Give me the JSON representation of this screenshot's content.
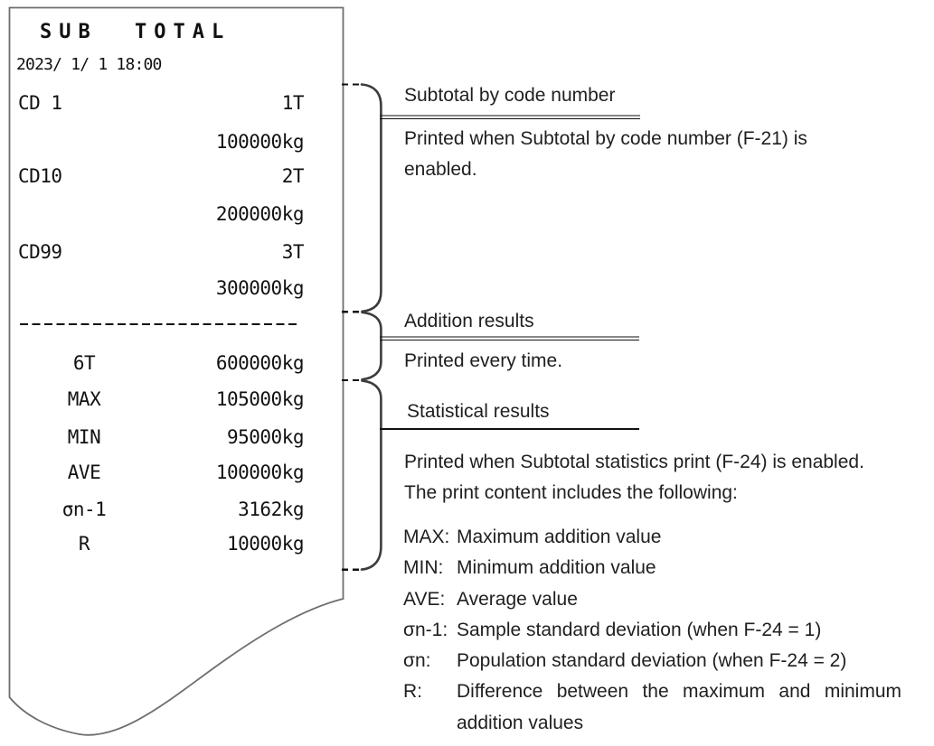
{
  "figure": {
    "type": "printer-output-example",
    "name": "SUB TOTAL print example with explanatory annotations"
  },
  "receipt": {
    "title": "SUB TOTAL",
    "datetime": "2023/ 1/ 1 18:00",
    "code_rows": [
      {
        "code": "CD 1",
        "count": "1T",
        "weight": "100000kg"
      },
      {
        "code": "CD10",
        "count": "2T",
        "weight": "200000kg"
      },
      {
        "code": "CD99",
        "count": "3T",
        "weight": "300000kg"
      }
    ],
    "separator": "dashed-line",
    "total_row": {
      "label": "6T",
      "value": "600000kg"
    },
    "stat_rows": [
      {
        "label": "MAX",
        "value": "105000kg"
      },
      {
        "label": "MIN",
        "value": "95000kg"
      },
      {
        "label": "AVE",
        "value": "100000kg"
      },
      {
        "label": "σn-1",
        "value": "3162kg"
      },
      {
        "label": "R",
        "value": "10000kg"
      }
    ]
  },
  "annotations": {
    "sections": [
      {
        "title": "Subtotal by code number",
        "body": "Printed when Subtotal by code number (F-21) is enabled."
      },
      {
        "title": "Addition results",
        "body": "Printed every time."
      },
      {
        "title": "Statistical results",
        "body_lines": [
          "Printed when Subtotal statistics print (F-24) is enabled.",
          "The print content includes the following:"
        ]
      }
    ],
    "definitions": [
      {
        "term": "MAX:",
        "definition": "Maximum addition value"
      },
      {
        "term": "MIN:",
        "definition": "Minimum addition value"
      },
      {
        "term": "AVE:",
        "definition": "Average value"
      },
      {
        "term": "σn-1:",
        "definition": "Sample standard deviation (when F-24 = 1)"
      },
      {
        "term": "σn:",
        "definition": "Population standard deviation (when F-24 = 2)"
      },
      {
        "term": "R:",
        "definition": "Difference between the maximum and minimum addition values"
      }
    ]
  },
  "colors": {
    "ink": "#111111",
    "annotation_text": "#1f1f1f",
    "receipt_border": "#6e6e6e",
    "brace_stroke": "#3c3c3c",
    "background": "#ffffff"
  }
}
